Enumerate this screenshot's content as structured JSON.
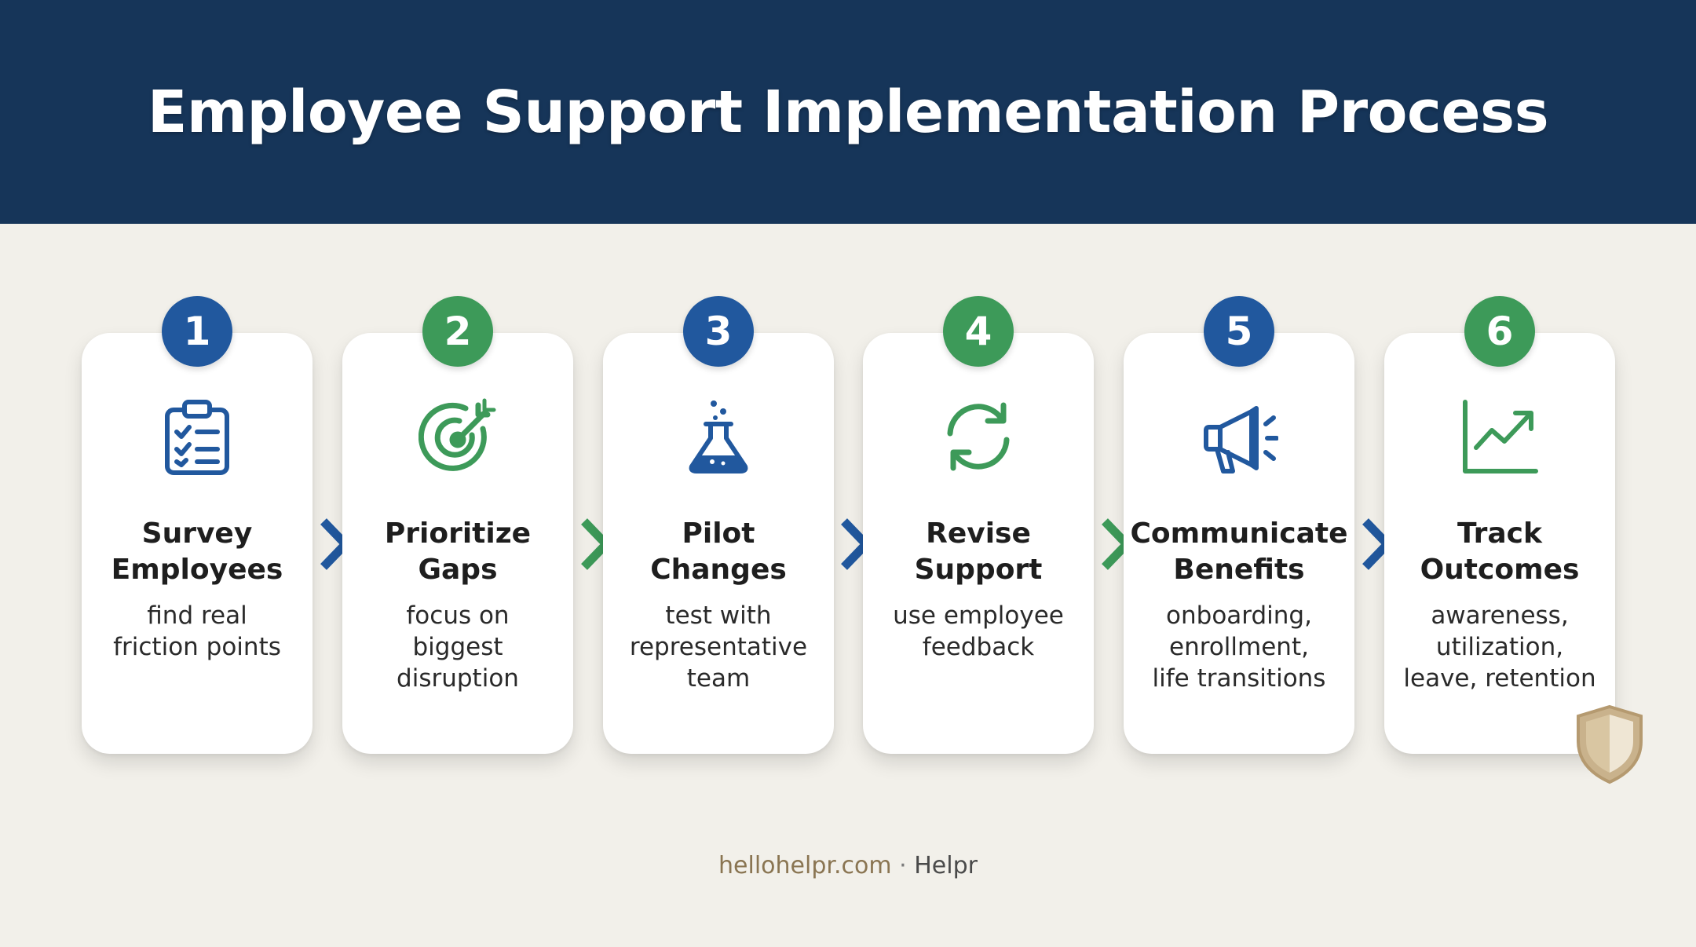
{
  "header": {
    "title": "Employee Support Implementation Process"
  },
  "steps": [
    {
      "number": "1",
      "title": "Survey\nEmployees",
      "desc": "find real\nfriction points",
      "icon": "clipboard-checklist-icon",
      "color": "#21589e"
    },
    {
      "number": "2",
      "title": "Prioritize\nGaps",
      "desc": "focus on\nbiggest\ndisruption",
      "icon": "target-icon",
      "color": "#3d9a59"
    },
    {
      "number": "3",
      "title": "Pilot\nChanges",
      "desc": "test with\nrepresentative\nteam",
      "icon": "flask-icon",
      "color": "#21589e"
    },
    {
      "number": "4",
      "title": "Revise\nSupport",
      "desc": "use employee\nfeedback",
      "icon": "refresh-icon",
      "color": "#3d9a59"
    },
    {
      "number": "5",
      "title": "Communicate\nBenefits",
      "desc": "onboarding,\nenrollment,\nlife transitions",
      "icon": "megaphone-icon",
      "color": "#21589e"
    },
    {
      "number": "6",
      "title": "Track\nOutcomes",
      "desc": "awareness,\nutilization,\nleave, retention",
      "icon": "trend-chart-icon",
      "color": "#3d9a59"
    }
  ],
  "footer": {
    "domain": "hellohelpr.com",
    "separator": "·",
    "brand": "Helpr"
  },
  "colors": {
    "header_bg": "#163559",
    "blue": "#21589e",
    "green": "#3d9a59",
    "background": "#f2f0ea"
  }
}
